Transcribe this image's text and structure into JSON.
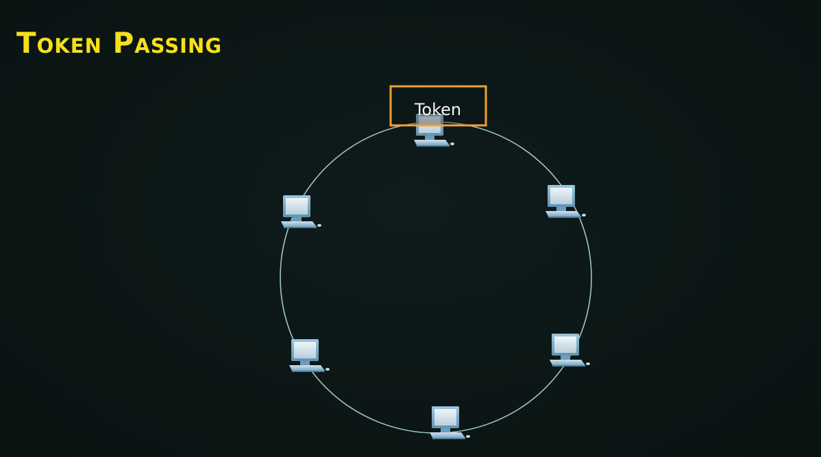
{
  "slide": {
    "title": "Token Passing"
  },
  "token": {
    "label": "Token"
  },
  "ring": {
    "node_count": 6,
    "token_holder": "top"
  },
  "colors": {
    "background": "#0c1716",
    "title": "#f7e017",
    "token_box": "#f0a22e",
    "ring": "#9fc9c0",
    "computer_screen": "#d9e6ee",
    "computer_body": "#7fb0cc"
  },
  "icons": {
    "node": "computer-icon"
  }
}
